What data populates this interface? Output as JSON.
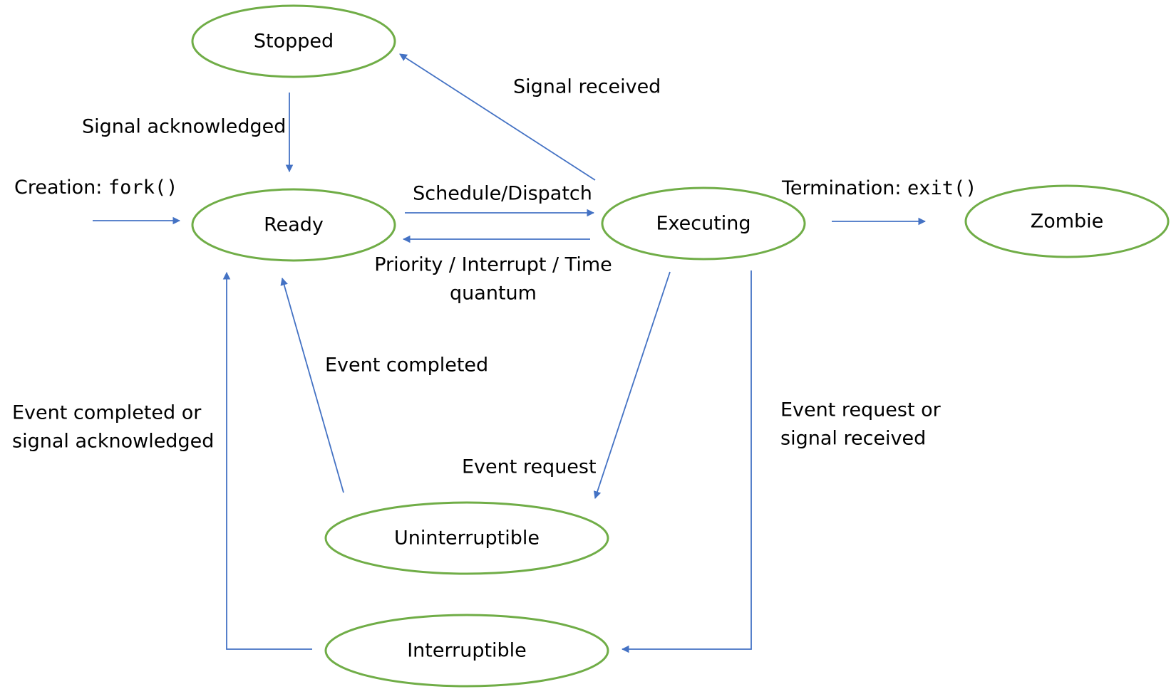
{
  "colors": {
    "state_stroke": "#70AD47",
    "arrow": "#4472C4",
    "text": "#000000"
  },
  "states": {
    "stopped": "Stopped",
    "ready": "Ready",
    "executing": "Executing",
    "zombie": "Zombie",
    "uninterruptible": "Uninterruptible",
    "interruptible": "Interruptible"
  },
  "transitions": {
    "signal_acknowledged": "Signal acknowledged",
    "signal_received": "Signal received",
    "creation_prefix": "Creation: ",
    "creation_call": "fork()",
    "schedule_dispatch": "Schedule/Dispatch",
    "priority_line1": "Priority / Interrupt / Time",
    "priority_line2": "quantum",
    "termination_prefix": "Termination: ",
    "termination_call": "exit()",
    "event_completed": "Event completed",
    "event_completed_or_line1": "Event completed or",
    "event_completed_or_line2": "signal acknowledged",
    "event_request": "Event request",
    "event_request_or_line1": "Event request or",
    "event_request_or_line2": "signal received"
  }
}
